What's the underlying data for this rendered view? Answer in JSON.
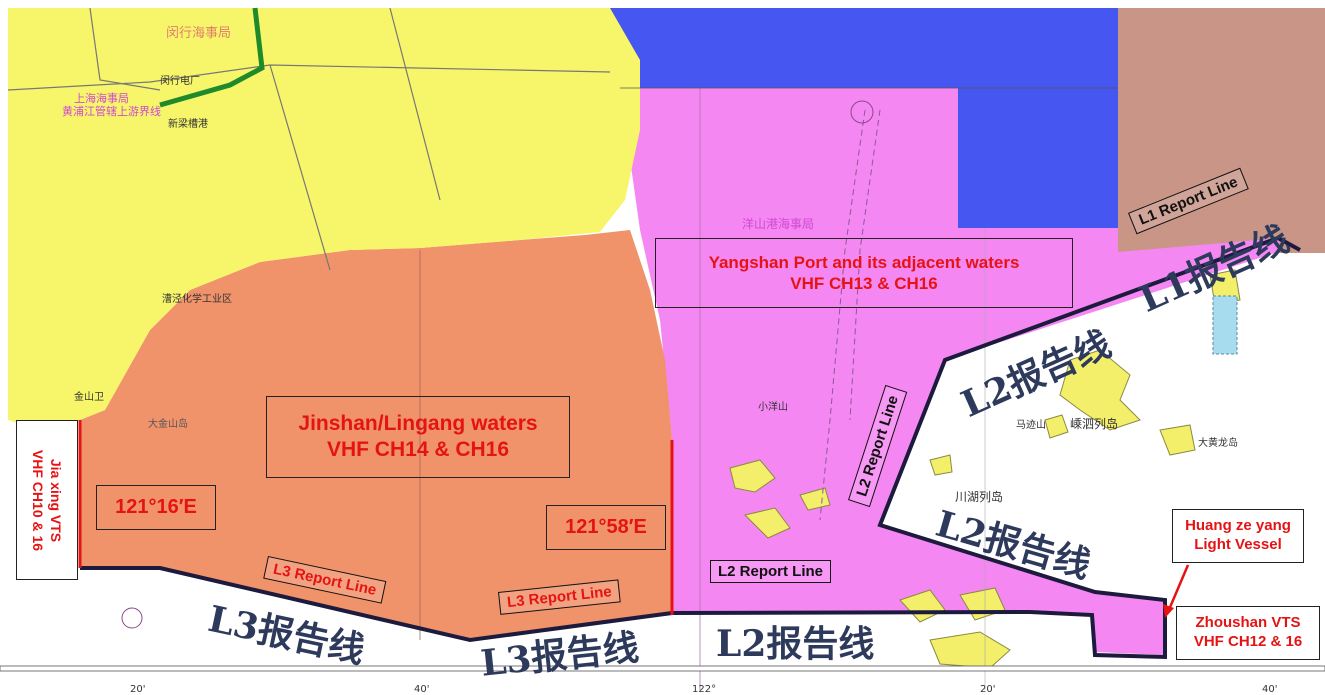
{
  "zones": {
    "yangshan": {
      "line1": "Yangshan Port  and its adjacent waters",
      "line2": "VHF CH13 & CH16"
    },
    "jinshan": {
      "line1": "Jinshan/Lingang waters",
      "line2": "VHF CH14 & CH16"
    },
    "jiaxing": {
      "line1": "Jia xing VTS",
      "line2": "VHF CH10 & 16"
    },
    "zhoushan": {
      "line1": "Zhoushan VTS",
      "line2": "VHF CH12 & 16"
    },
    "huangzeyang": {
      "line1": "Huang ze yang",
      "line2": "Light Vessel"
    }
  },
  "longitude_markers": {
    "west": "121°16′E",
    "east": "121°58′E"
  },
  "report_lines": {
    "l1": "L1 Report Line",
    "l2_diag": "L2 Report Line",
    "l2_bottom": "L2 Report Line",
    "l3_left": "L3 Report Line",
    "l3_mid": "L3 Report Line"
  },
  "chinese_labels": {
    "l1_cn": "L1报告线",
    "l2_cn_top": "L2报告线",
    "l2_cn_mid": "L2报告线",
    "l2_cn_bottom": "L2报告线",
    "l3_cn_left": "L3报告线",
    "l3_cn_mid": "L3报告线",
    "minhang": "闵行海事局",
    "minhang_power": "闵行电厂",
    "shanghai_msa": "上海海事局",
    "huangpu": "黄浦江管辖上游界线",
    "xinliang": "新梁槽港",
    "yangshan_msa": "洋山港海事局",
    "chemical": "漕泾化学工业区",
    "jinshanwei": "金山卫",
    "dajinshan": "大金山岛",
    "xiaoyangshan": "小洋山",
    "shengsi": "嵊泗列岛",
    "chuanhu": "川湖列岛",
    "majishan": "马迹山",
    "dahuanglong": "大黄龙岛"
  },
  "axis_ticks": [
    "20'",
    "40'",
    "122°",
    "20'",
    "40'"
  ],
  "colors": {
    "yellow_zone": "#f7f66b",
    "orange_zone": "#f0926a",
    "magenta_zone": "#f587f2",
    "blue_zone": "#4656f0",
    "brown_zone": "#c89586",
    "report_line": "#1c1a3d",
    "label_red": "#e51414"
  }
}
